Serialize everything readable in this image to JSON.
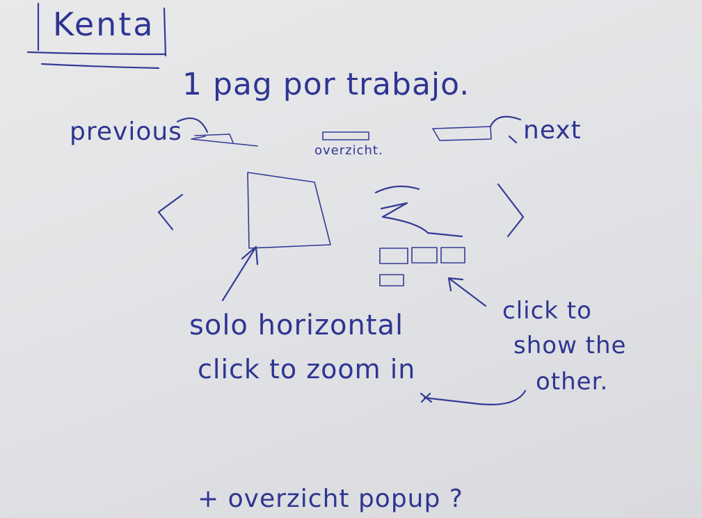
{
  "sketch": {
    "title": "Kenta",
    "subtitle": "1 pag por trabajo.",
    "nav": {
      "previous_label": "previous",
      "overview_label": "overzicht.",
      "next_label": "next"
    },
    "notes": {
      "left_line1": "solo horizontal",
      "left_line2": "click to zoom in",
      "right_line1": "click to",
      "right_line2": "show the",
      "right_line3": "other.",
      "bottom": "+ overzicht popup ?"
    }
  },
  "colors": {
    "ink": "#2e3592",
    "paper": "#e4e5e8"
  }
}
